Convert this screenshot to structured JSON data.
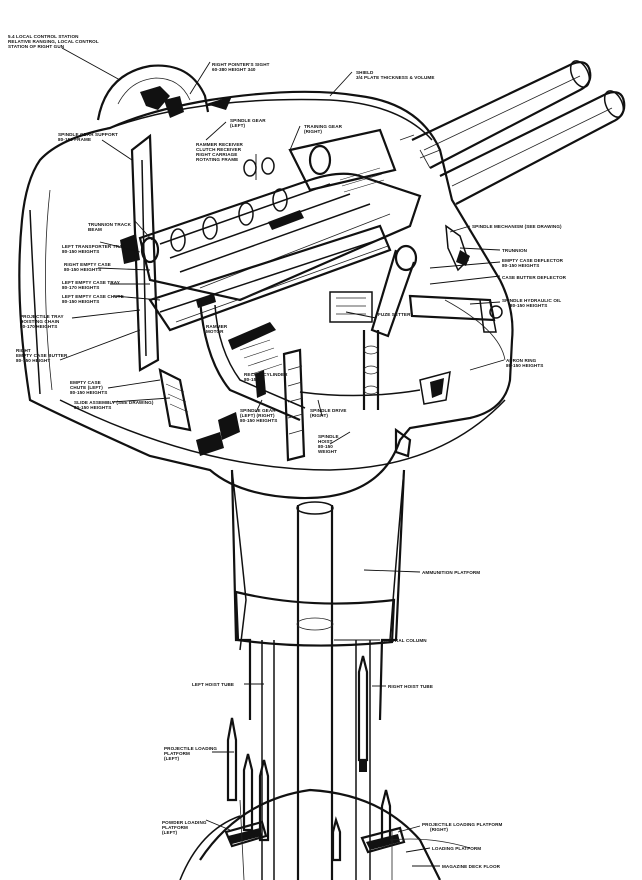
{
  "labels": {
    "local_control_station": "5.4 LOCAL CONTROL STATION",
    "local_control_station_2": "RELATIVE RANGING, LOCAL CONTROL",
    "local_control_station_3": "STATION OF RIGHT GUN",
    "right_sight": "RIGHT POINTER'S SIGHT",
    "right_sight_2": "60-380 HEIGHT 340",
    "shield": "SHIELD",
    "shield_2": "3/4 PLATE THICKNESS & VOLUME",
    "spindle_gear": "SPINDLE GEAR",
    "spindle_gear_2": "(LEFT)",
    "training_gear": "TRAINING GEAR",
    "training_gear_2": "(RIGHT)",
    "spindle_gear_support": "SPINDLE GEAR SUPPORT",
    "spindle_gear_support_2": "80-150 FRAME",
    "rammer": "RAMMER RECEIVER",
    "rammer_2": "CLUTCH RECEIVER",
    "rammer_3": "RIGHT CARRIAGE",
    "rammer_4": "ROTATING FRAME",
    "trunnion_track": "TRUNNION TRACK",
    "trunnion_track_2": "BEAM",
    "left_trunnion_tray": "LEFT TRANSPORTER TRAY",
    "left_trunnion_tray_2": "80-150 HEIGHTS",
    "right_empty_case": "RIGHT EMPTY CASE",
    "right_empty_case_2": "80-150 HEIGHTS",
    "left_empty_case_tray": "LEFT EMPTY CASE TRAY",
    "left_empty_case_tray_2": "80-170 HEIGHTS",
    "left_empty_case_chute": "LEFT EMPTY CASE CHUTE",
    "left_empty_case_chute_2": "80-150 HEIGHTS",
    "projectile_tray": "PROJECTILE TRAY",
    "projectile_tray_2": "HOISTING CHAIN",
    "projectile_tray_3": "80-170 HEIGHTS",
    "right_empty_case_butter": "RIGHT",
    "right_empty_case_butter_2": "EMPTY CASE BUTTER",
    "right_empty_case_butter_3": "80-150 HEIGHT",
    "empty_case_chute": "EMPTY CASE",
    "empty_case_chute_2": "CHUTE (LEFT)",
    "empty_case_chute_3": "80-150 HEIGHTS",
    "slide_assembly": "SLIDE ASSEMBLY (SEE DRAWING)",
    "slide_assembly_2": "80-150 HEIGHTS",
    "recoil_cylinder": "RECOIL CYLINDER",
    "recoil_cylinder_2": "80-150",
    "rammer_motor": "RAMMER",
    "rammer_motor_2": "MOTOR",
    "spindle_gear_bottom": "SPINDLE GEAR",
    "spindle_gear_bottom_2": "(LEFT) (RIGHT)",
    "spindle_gear_bottom_3": "80-150 HEIGHTS",
    "spindle_drive": "SPINDLE DRIVE",
    "spindle_drive_2": "(RIGHT)",
    "spindle_hoist": "SPINDLE",
    "spindle_hoist_2": "HOIST",
    "spindle_hoist_3": "80-150",
    "spindle_hoist_4": "WEIGHT",
    "spindle_mechanism": "SPINDLE MECHANISM (SEE DRAWING)",
    "trunnion": "TRUNNION",
    "empty_case_deflector": "EMPTY CASE DEFLECTOR",
    "empty_case_deflector_2": "80-150 HEIGHTS",
    "case_butter_deflector": "CASE BUTTER DEFLECTOR",
    "spindle_hydraulic": "SPINDLE HYDRAULIC OIL",
    "spindle_hydraulic_2": "80-150 HEIGHTS",
    "fuze_setter": "FUZE SETTER",
    "apron_ring": "APRON RING",
    "apron_ring_2": "80-150 HEIGHTS",
    "ammunition_platform": "AMMUNITION PLATFORM",
    "central_column": "CENTRAL COLUMN",
    "left_hoist_tube": "LEFT HOIST TUBE",
    "right_hoist_tube": "RIGHT HOIST TUBE",
    "projectile_loading_platform_left": "PROJECTILE LOADING",
    "projectile_loading_platform_left_2": "PLATFORM",
    "projectile_loading_platform_left_3": "(LEFT)",
    "powder_loading_platform_left": "POWDER LOADING",
    "powder_loading_platform_left_2": "PLATFORM",
    "powder_loading_platform_left_3": "(LEFT)",
    "projectile_loading_platform_right": "PROJECTILE LOADING PLATFORM",
    "projectile_loading_platform_right_2": "(RIGHT)",
    "loading_platform": "LOADING PLATFORM",
    "magazine_deck": "MAGAZINE DECK FLOOR"
  }
}
